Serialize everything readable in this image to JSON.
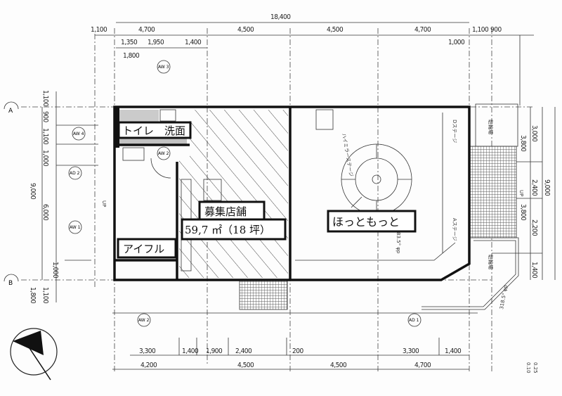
{
  "title": "Floor plan",
  "labels": {
    "toilet": "トイレ　洗面",
    "aiful": "アイフル",
    "vacant_title": "募集店舗",
    "vacant_area": "59,7 ㎡（18 坪）",
    "hottomotto": "ほっともっと",
    "d_stage": "Dステージ",
    "a_stage": "Aステージ",
    "bicycle_1": "駐輪場",
    "bicycle_2": "駐輪場",
    "up_left": "UP",
    "up_right": "UP",
    "high_mirror": "ハイミラーステージ",
    "angle_1": "83.5° φp",
    "angle_2": "318.5° φp",
    "level_1": "0.25",
    "level_2": "0.10"
  },
  "markers": [
    "AW 4",
    "AD 2",
    "AW 1",
    "AW 3",
    "AW 2",
    "AW 2",
    "AD 1"
  ],
  "section_marks": [
    "A",
    "B"
  ],
  "dimensions": {
    "top_total": "18,400",
    "top_row1": [
      "1,100",
      "4,700",
      "4,500",
      "4,500",
      "4,700",
      "1,100",
      "900"
    ],
    "top_row2": [
      "1,350",
      "1,950",
      "1,400",
      "1,000"
    ],
    "top_1800": "1,800",
    "bottom_row1": [
      "3,300",
      "1,400",
      "1,900",
      "2,400",
      "200",
      "3,300",
      "1,400"
    ],
    "bottom_row2": [
      "4,200",
      "4,500",
      "4,500",
      "4,700"
    ],
    "left": [
      "1,100",
      "900",
      "1,100",
      "1,000",
      "9,000",
      "6,000",
      "1,000",
      "1,800",
      "1,100"
    ],
    "right": [
      "3,000",
      "3,800",
      "2,400",
      "3,800",
      "2,200",
      "1,400",
      "9,000"
    ]
  }
}
